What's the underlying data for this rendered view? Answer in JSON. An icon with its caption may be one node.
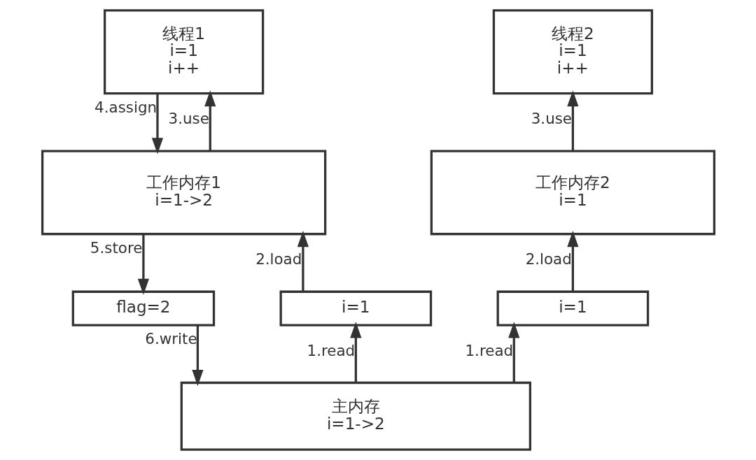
{
  "diagram": {
    "nodes": [
      {
        "text": [
          "线程1",
          "i=1",
          "i++"
        ]
      },
      {
        "text": [
          "线程2",
          "i=1",
          "i++"
        ]
      },
      {
        "text": [
          "工作内存1",
          "i=1->2"
        ]
      },
      {
        "text": [
          "工作内存2",
          "i=1"
        ]
      },
      {
        "text": [
          "flag=2"
        ]
      },
      {
        "text": [
          "i=1"
        ]
      },
      {
        "text": [
          "i=1"
        ]
      },
      {
        "text": [
          "主内存",
          "i=1->2"
        ]
      }
    ],
    "edges": [
      {
        "from": 2,
        "to": 0,
        "arrow": "to",
        "label": "3.use"
      },
      {
        "from": 0,
        "to": 2,
        "arrow": "to",
        "label": "4.assign"
      },
      {
        "from": 2,
        "to": 4,
        "arrow": "to",
        "label": "5.store"
      },
      {
        "from": 4,
        "to": 7,
        "arrow": "to",
        "label": "6.write"
      },
      {
        "from": 7,
        "to": 5,
        "arrow": "to",
        "label": "1.read"
      },
      {
        "from": 5,
        "to": 2,
        "arrow": "to",
        "label": "2.load"
      },
      {
        "from": 7,
        "to": 6,
        "arrow": "to",
        "label": "1.read"
      },
      {
        "from": 6,
        "to": 3,
        "arrow": "to",
        "label": "2.load"
      },
      {
        "from": 3,
        "to": 1,
        "arrow": "to",
        "label": "3.use"
      }
    ]
  }
}
